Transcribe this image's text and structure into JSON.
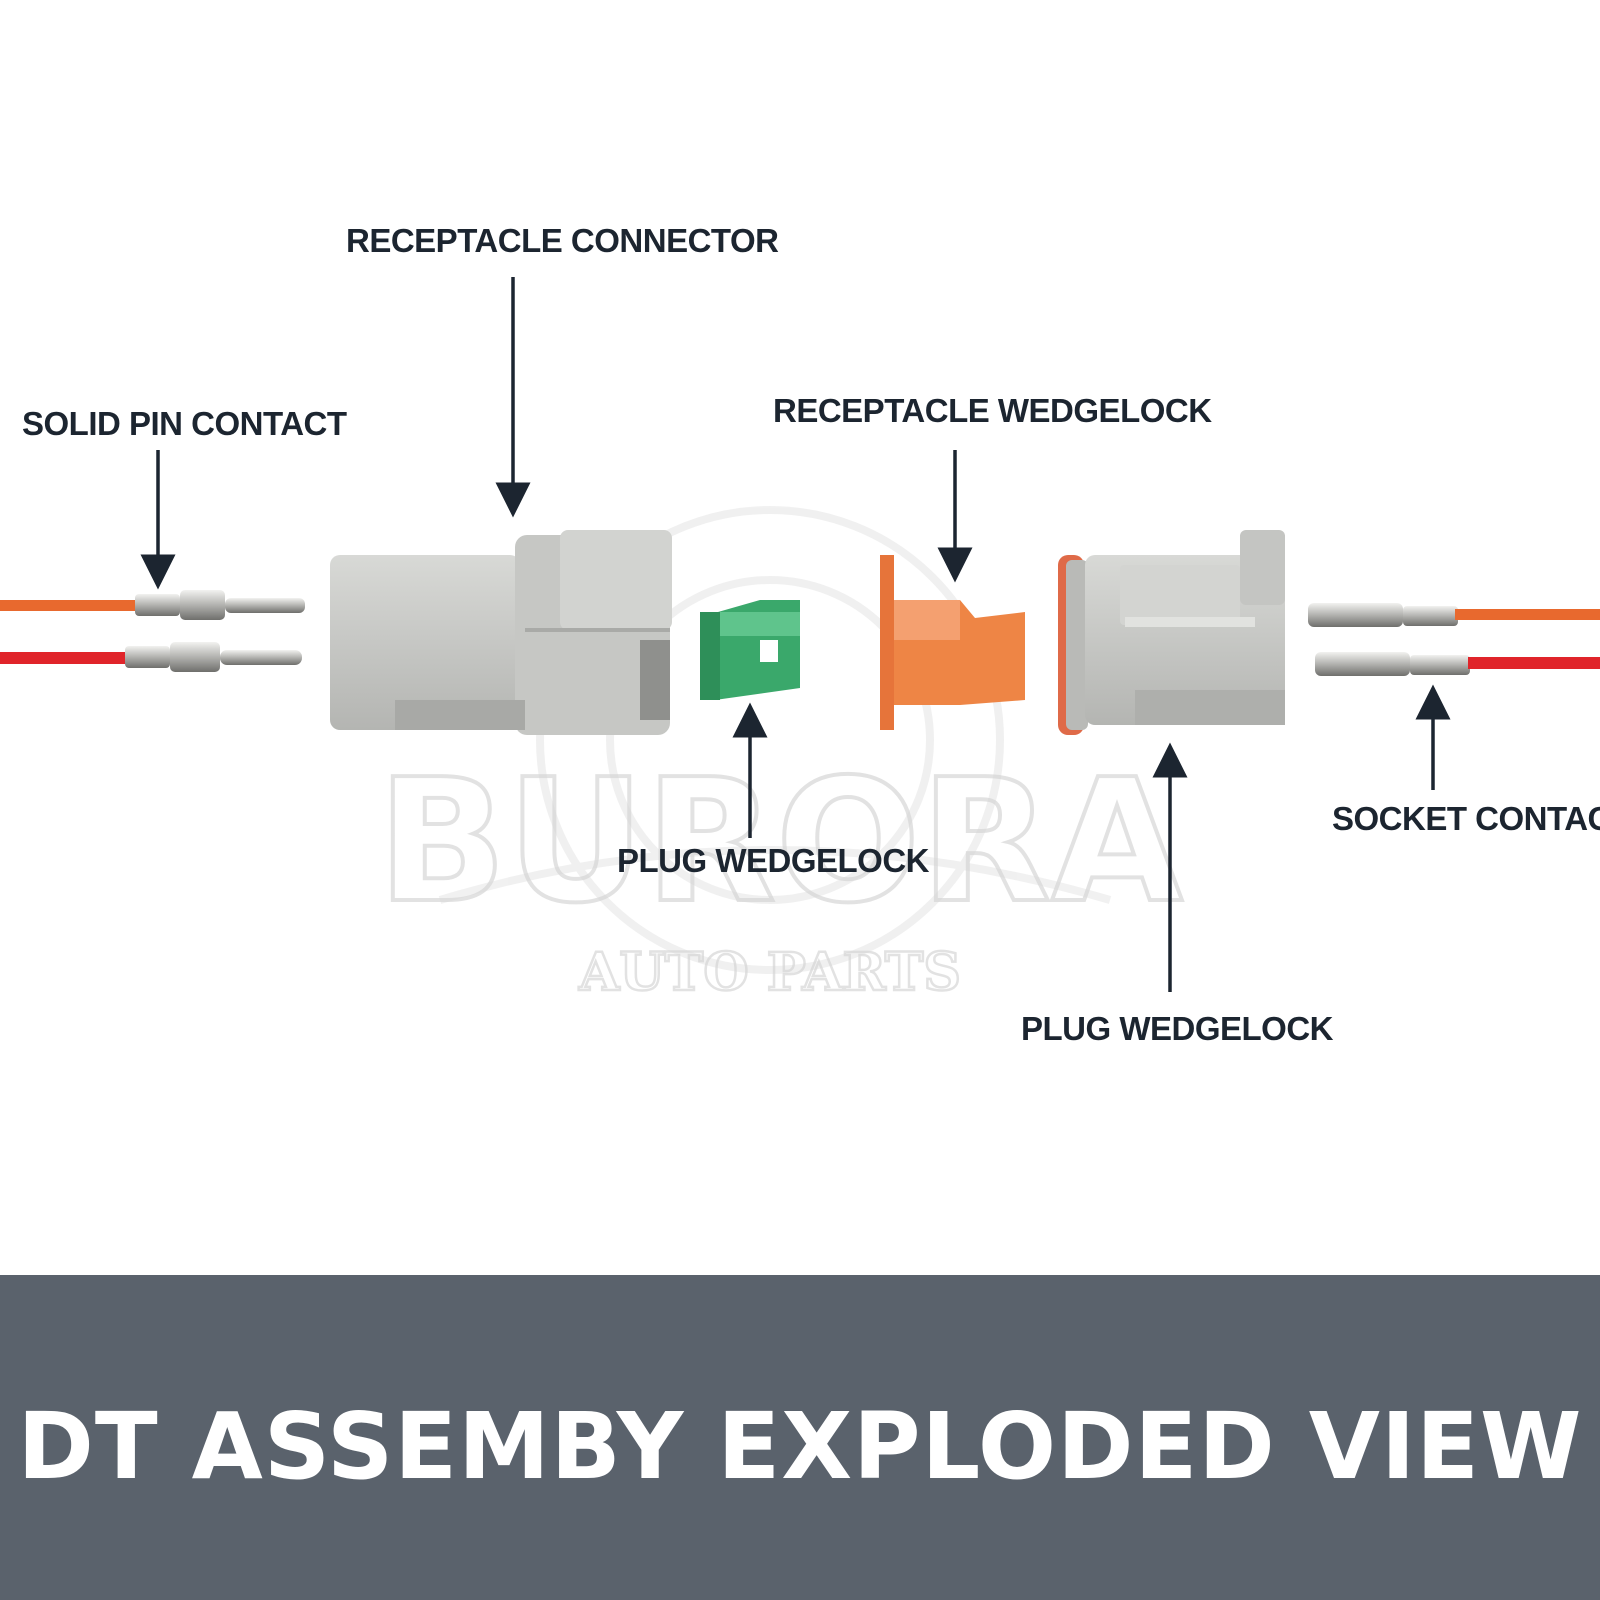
{
  "labels": {
    "receptacle_connector": "RECEPTACLE CONNECTOR",
    "solid_pin_contact": "SOLID PIN CONTACT",
    "receptacle_wedgelock": "RECEPTACLE WEDGELOCK",
    "plug_wedgelock_left": "PLUG WEDGELOCK",
    "plug_wedgelock_right": "PLUG WEDGELOCK",
    "socket_contact": "SOCKET CONTACT"
  },
  "watermark": {
    "brand": "BURORA",
    "tagline": "AUTO PARTS"
  },
  "banner": {
    "title": "DT ASSEMBY EXPLODED VIEW"
  },
  "colors": {
    "wire_orange": "#e8692e",
    "wire_red": "#e0242a",
    "housing_gray": "#c8c9c6",
    "wedgelock_green": "#3aa86b",
    "wedgelock_orange": "#ee8545",
    "arrow_navy": "#1c2530",
    "banner_gray": "#5a626c"
  }
}
